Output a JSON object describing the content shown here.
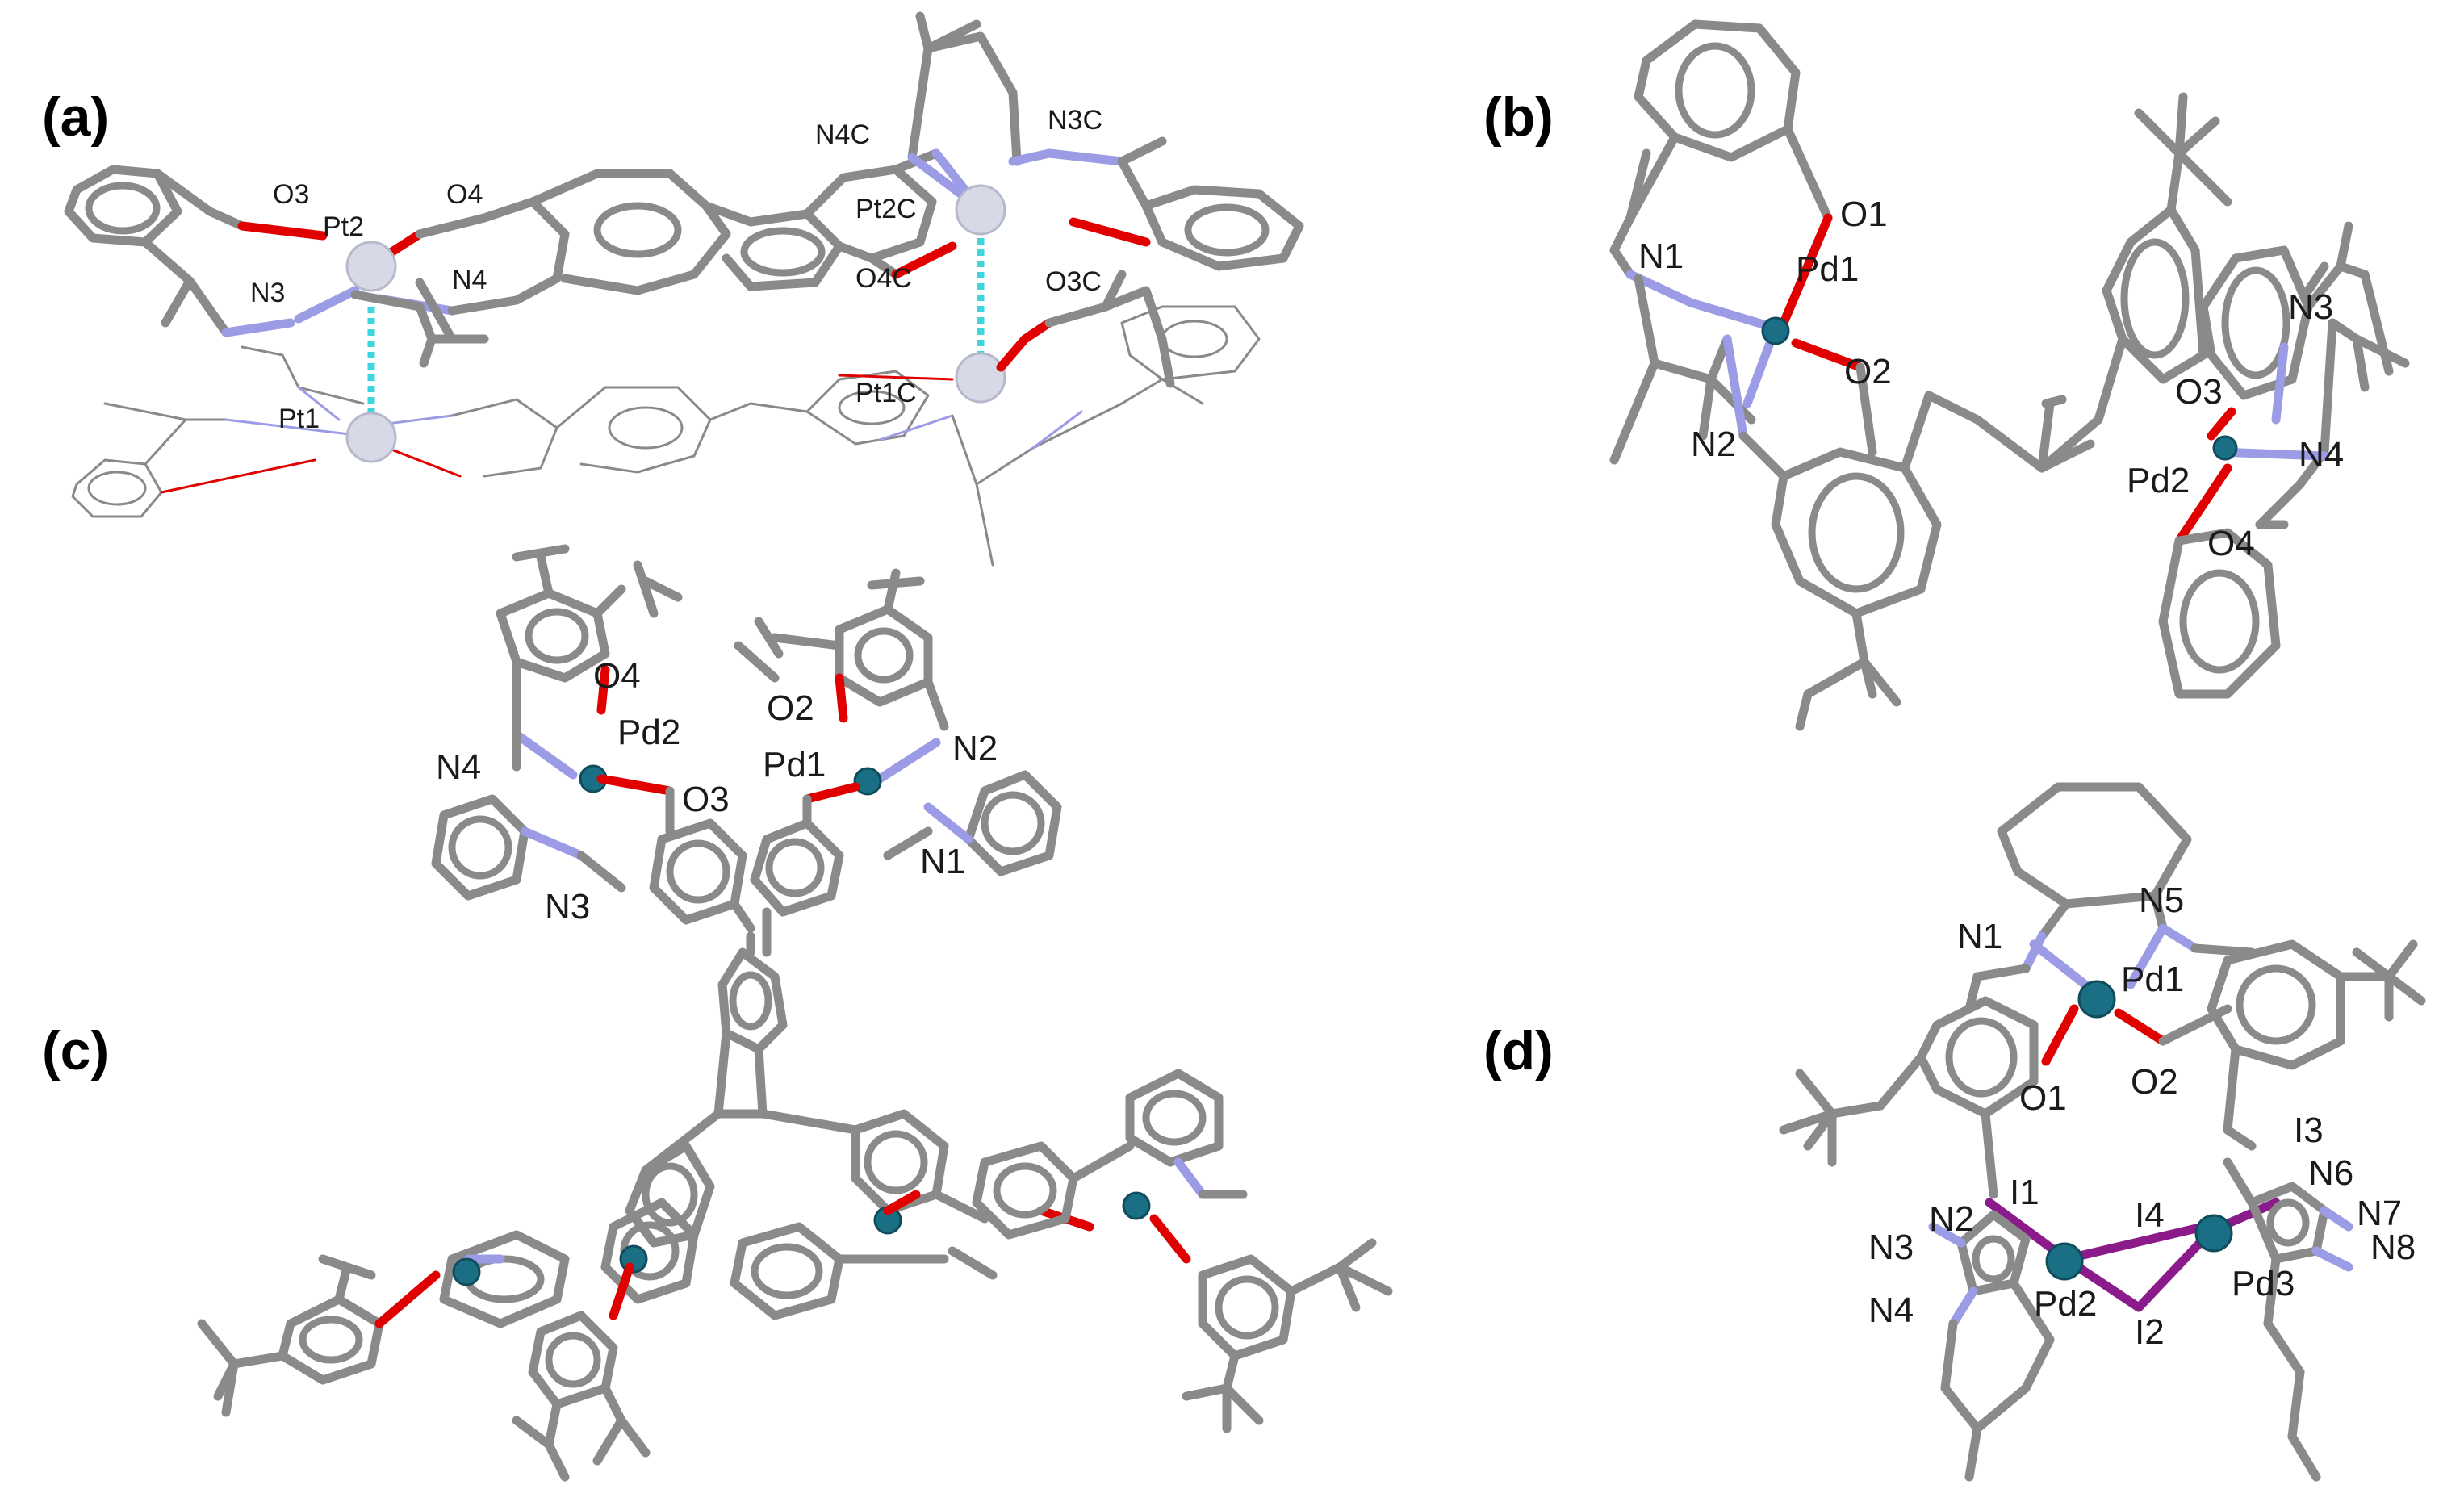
{
  "panels": {
    "a": {
      "label": "(a)",
      "atoms": {
        "O3": "O3",
        "Pt2": "Pt2",
        "O4": "O4",
        "N3": "N3",
        "N4": "N4",
        "N4C": "N4C",
        "N3C": "N3C",
        "Pt2C": "Pt2C",
        "O4C": "O4C",
        "O3C": "O3C",
        "Pt1C": "Pt1C",
        "Pt1": "Pt1"
      }
    },
    "b": {
      "label": "(b)",
      "atoms": {
        "O1": "O1",
        "N1": "N1",
        "Pd1": "Pd1",
        "O2": "O2",
        "N2": "N2",
        "N3": "N3",
        "O3": "O3",
        "N4": "N4",
        "Pd2": "Pd2",
        "O4": "O4"
      }
    },
    "c": {
      "label": "(c)",
      "atoms": {
        "O4": "O4",
        "Pd2": "Pd2",
        "N4": "N4",
        "O3": "O3",
        "N3": "N3",
        "O2": "O2",
        "N2": "N2",
        "Pd1": "Pd1",
        "N1": "N1"
      }
    },
    "d": {
      "label": "(d)",
      "atoms": {
        "N5": "N5",
        "N1": "N1",
        "Pd1": "Pd1",
        "O1": "O1",
        "O2": "O2",
        "I3": "I3",
        "I1": "I1",
        "N6": "N6",
        "N2": "N2",
        "I4": "I4",
        "N7": "N7",
        "N3": "N3",
        "N8": "N8",
        "Pd2": "Pd2",
        "Pd3": "Pd3",
        "N4": "N4",
        "I2": "I2"
      }
    }
  },
  "colors": {
    "carbon": "#8a8a8a",
    "nitrogen": "#9c9ce6",
    "oxygen": "#e00000",
    "iodine": "#8b1a8b",
    "platinum": "#d7d9e6",
    "palladium": "#1a6f85",
    "pt_pt_contact": "#3fd5df"
  }
}
